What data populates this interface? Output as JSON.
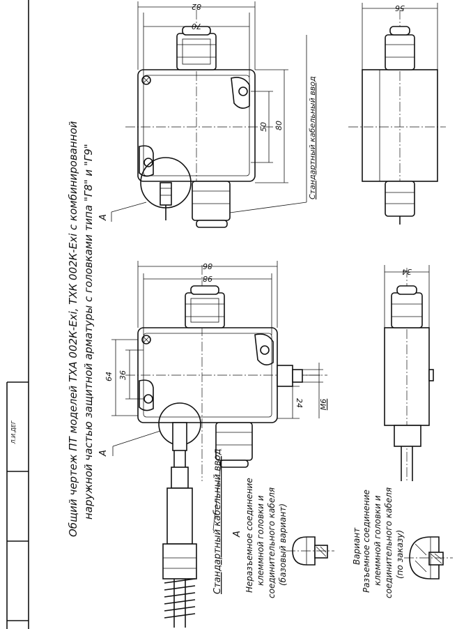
{
  "title": {
    "line1": "Общий чертеж ПТ моделей ТХА 002К-Exi, ТХК 002К-Exi с комбинированной",
    "line2": "наружной частью защитной арматуры с головками типа \"Г8\" и \"Г9\""
  },
  "stamp": {
    "text": "Л.И.ДЕГ"
  },
  "views": {
    "top_head": {
      "dim_width_outer": "82",
      "dim_width_inner": "70",
      "dim_height_outer": "80",
      "dim_height_inner": "50",
      "cable_label": "Стандартный кабельный ввод",
      "callout": "A"
    },
    "top_side": {
      "dim_width": "56"
    },
    "bottom_head": {
      "dim_width_outer": "86",
      "dim_width_inner": "98",
      "dim_height_outer": "64",
      "dim_height_inner": "36",
      "dim_thread_depth": "24",
      "dim_thread": "M6",
      "callout": "A"
    },
    "bottom_side": {
      "dim_width": "34"
    }
  },
  "notes": {
    "cable_entry": "Стандартный кабельный ввод",
    "detail_title": "A",
    "detail_a_line1": "Неразъемное соединение",
    "detail_a_line2": "клеммной головки и",
    "detail_a_line3": "соединительного кабеля",
    "detail_a_line4": "(базовый вариант)",
    "variant_title": "Вариант",
    "detail_b_line1": "Разъемное соединение",
    "detail_b_line2": "клеммной головки и",
    "detail_b_line3": "соединительного кабеля",
    "detail_b_line4": "(по заказу)"
  }
}
